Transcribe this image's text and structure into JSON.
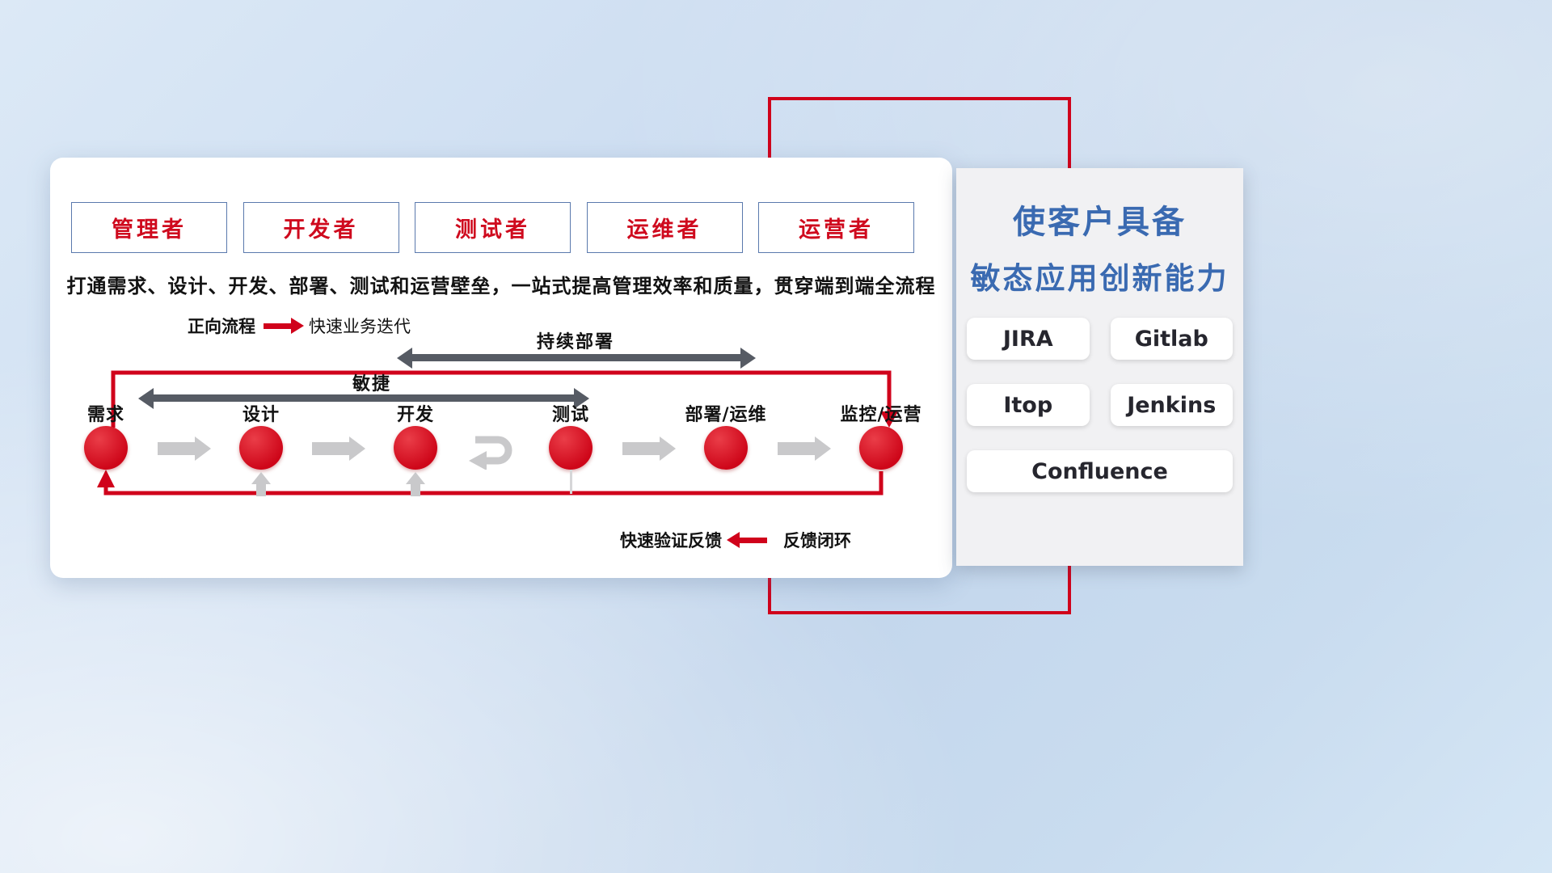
{
  "roles": [
    "管理者",
    "开发者",
    "测试者",
    "运维者",
    "运营者"
  ],
  "description": "打通需求、设计、开发、部署、测试和运营壁垒，一站式提高管理效率和质量，贯穿端到端全流程",
  "legend_forward": {
    "label": "正向流程",
    "text": "快速业务迭代"
  },
  "flow": {
    "stages": [
      "需求",
      "设计",
      "开发",
      "测试",
      "部署/运维",
      "监控/运营"
    ],
    "agile_label": "敏捷",
    "continuous_deploy_label": "持续部署"
  },
  "legend_feedback": {
    "text": "快速验证反馈",
    "label": "反馈闭环"
  },
  "right_panel": {
    "title_line1": "使客户具备",
    "title_line2": "敏态应用创新能力",
    "tools": [
      "JIRA",
      "Gitlab",
      "Itop",
      "Jenkins",
      "Confluence"
    ]
  },
  "colors": {
    "accent_red": "#d0021b",
    "title_blue": "#3a6ab1",
    "dark_arrow": "#565b64",
    "light_arrow": "#c9c9cb"
  }
}
